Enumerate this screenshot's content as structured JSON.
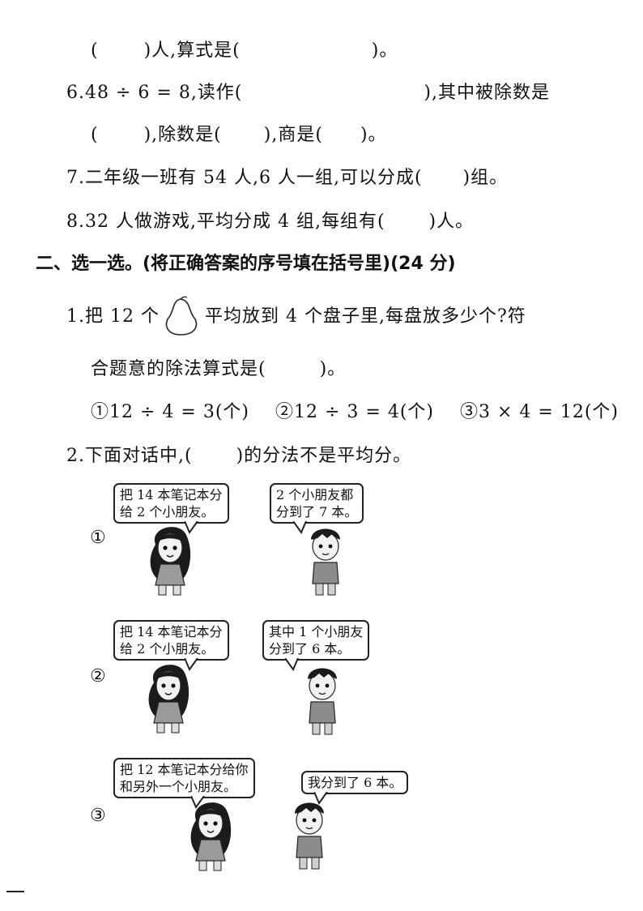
{
  "lines": {
    "l1a": "(",
    "l1b": ")人,算式是(",
    "l1c": ")。",
    "q6a": "6.48 ÷ 6 = 8,读作(",
    "q6b": "),其中被除数是",
    "q6c": "(",
    "q6d": "),除数是(",
    "q6e": "),商是(",
    "q6f": ")。",
    "q7a": "7.二年级一班有 54 人,6 人一组,可以分成(",
    "q7b": ")组。",
    "q8a": "8.32 人做游戏,平均分成 4 组,每组有(",
    "q8b": ")人。"
  },
  "section2": {
    "heading": "二、选一选。(将正确答案的序号填在括号里)(24 分)"
  },
  "q1": {
    "a": "1.把 12 个",
    "b": "平均放到 4 个盘子里,每盘放多少个?符",
    "c": "合题意的除法算式是(",
    "d": ")。",
    "options": [
      "①12 ÷ 4 = 3(个)",
      "②12 ÷ 3 = 4(个)",
      "③3 × 4 = 12(个)"
    ]
  },
  "q2": {
    "a": "2.下面对话中,(",
    "b": ")的分法不是平均分。",
    "scenes": [
      {
        "marker": "①",
        "girl": [
          "把 14 本笔记本分",
          "给 2 个小朋友。"
        ],
        "boy": [
          "2 个小朋友都",
          "分到了 7 本。"
        ]
      },
      {
        "marker": "②",
        "girl": [
          "把 14 本笔记本分",
          "给 2 个小朋友。"
        ],
        "boy": [
          "其中 1 个小朋友",
          "分到了 6 本。"
        ]
      },
      {
        "marker": "③",
        "girl": [
          "把 12 本笔记本分给你",
          "和另外一个小朋友。"
        ],
        "boy": [
          "我分到了 6 本。"
        ]
      }
    ]
  },
  "icons": {
    "pear": "pear-icon",
    "girl": "girl-figure",
    "boy": "boy-figure"
  }
}
